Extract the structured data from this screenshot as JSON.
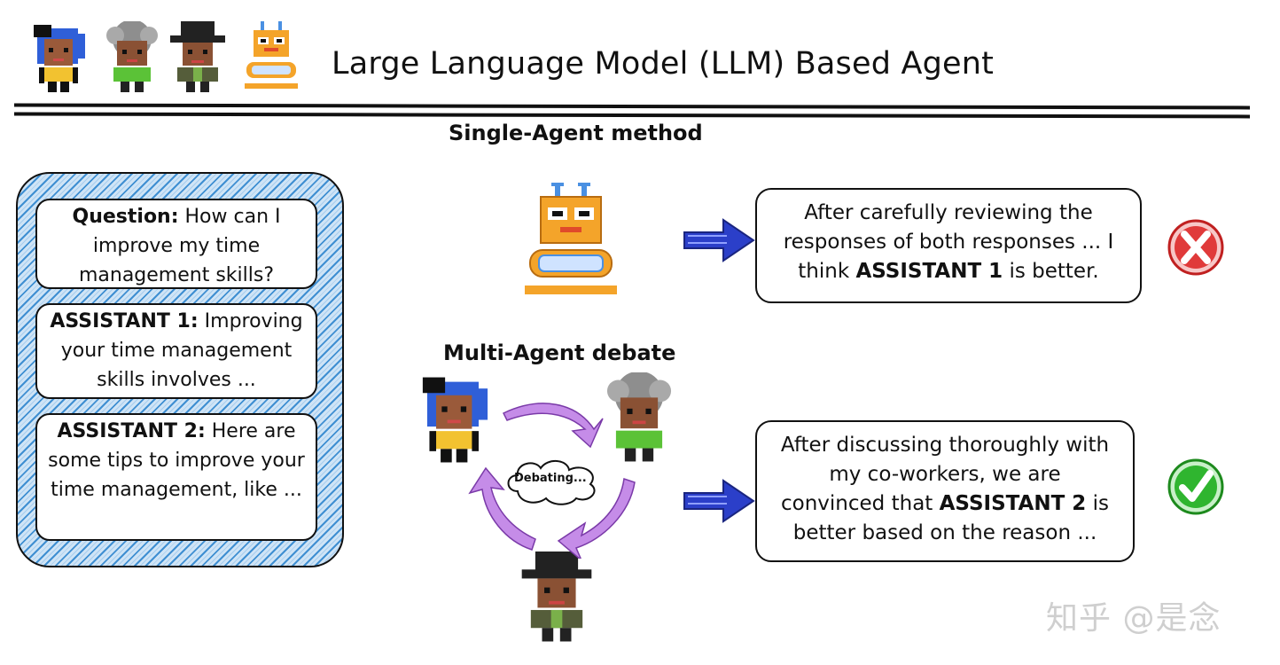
{
  "header": {
    "title": "Large Language Model (LLM) Based Agent"
  },
  "single_agent": {
    "label": "Single-Agent method",
    "response_lines": [
      "After carefully reviewing the",
      "responses of both responses ... I",
      "think ",
      "ASSISTANT 1",
      " is better."
    ]
  },
  "multi_agent": {
    "label": "Multi-Agent debate",
    "bubble": "Debating...",
    "response_lines": [
      "After discussing thoroughly with",
      "my co-workers, we are",
      "convinced that ",
      "ASSISTANT 2",
      " is",
      "better based on the reason ..."
    ]
  },
  "prompt_panel": {
    "question_label": "Question:",
    "question_text": " How can I improve my time management skills?",
    "assistant1_label": "ASSISTANT 1:",
    "assistant1_text": " Improving your time management skills involves ...",
    "assistant2_label": "ASSISTANT 2:",
    "assistant2_text": " Here are some tips to improve your time management, like ..."
  },
  "watermark": "知乎 @是念",
  "colors": {
    "panel_blue": "#3f8fd2",
    "arrow_blue": "#2b3fc9",
    "debate_arrow_purple": "#b36ae0",
    "wrong_red": "#e03a3a",
    "right_green": "#2fb52f"
  }
}
